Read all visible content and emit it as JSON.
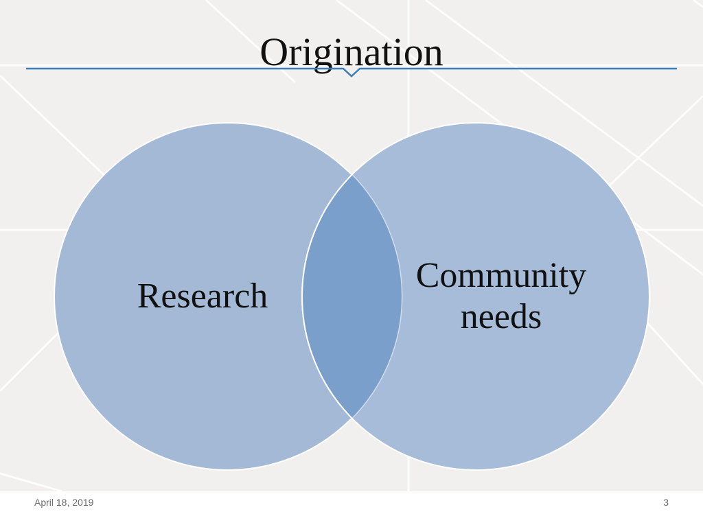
{
  "slide": {
    "title": "Origination",
    "footer_date": "April 18, 2019",
    "page_number": "3"
  },
  "venn": {
    "left_circle_label": "Research",
    "right_circle_label_line1": "Community",
    "right_circle_label_line2": "needs",
    "circle_color": "#a3b9d6",
    "overlap_color": "#7a9fca"
  },
  "colors": {
    "background": "#f1f0ef",
    "title_rule": "#3a7fb8"
  }
}
